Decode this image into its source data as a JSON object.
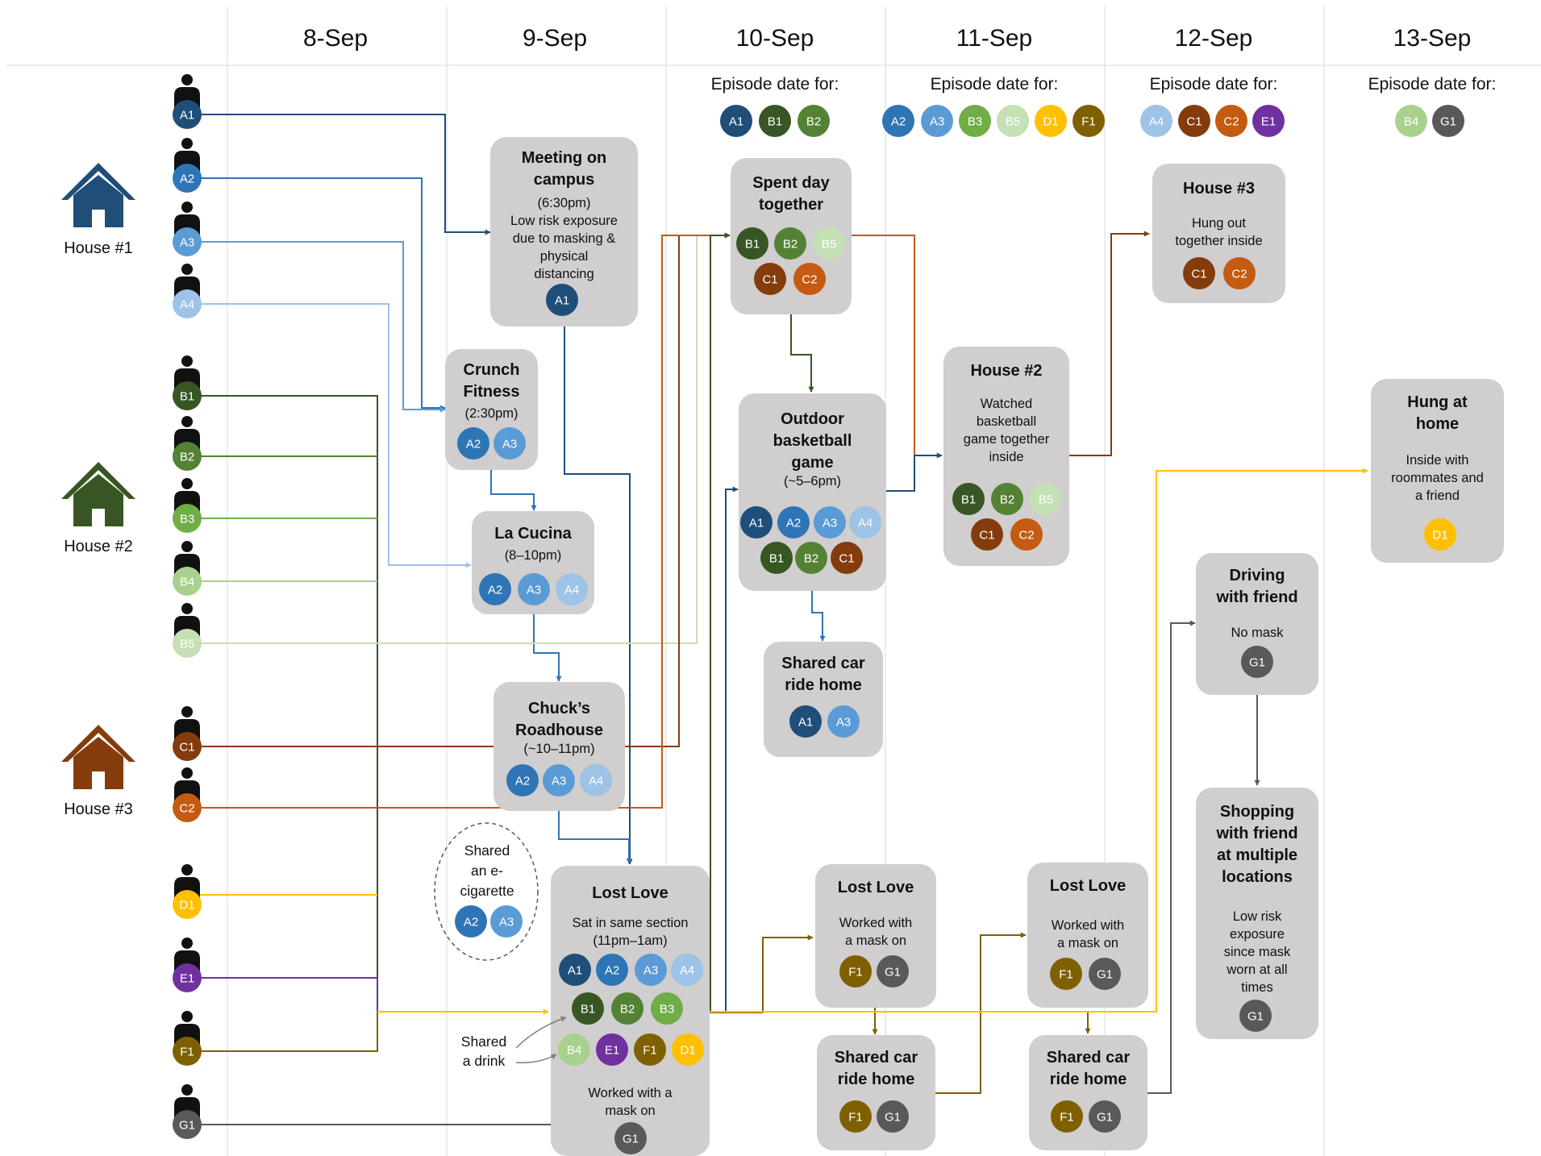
{
  "days": [
    "8-Sep",
    "9-Sep",
    "10-Sep",
    "11-Sep",
    "12-Sep",
    "13-Sep"
  ],
  "episode_label": "Episode date for:",
  "episodes": [
    {
      "day": "10-Sep",
      "people": [
        "A1",
        "B1",
        "B2"
      ]
    },
    {
      "day": "11-Sep",
      "people": [
        "A2",
        "A3",
        "B3",
        "B5",
        "D1",
        "F1"
      ]
    },
    {
      "day": "12-Sep",
      "people": [
        "A4",
        "C1",
        "C2",
        "E1"
      ]
    },
    {
      "day": "13-Sep",
      "people": [
        "B4",
        "G1"
      ]
    }
  ],
  "houses": [
    {
      "label": "House #1",
      "color": "#1f4e79"
    },
    {
      "label": "House #2",
      "color": "#375623"
    },
    {
      "label": "House #3",
      "color": "#843c0c"
    }
  ],
  "colors": {
    "A1": "#1f4e79",
    "A2": "#2e75b6",
    "A3": "#5b9bd5",
    "A4": "#9dc3e6",
    "B1": "#375623",
    "B2": "#548235",
    "B3": "#70ad47",
    "B4": "#a9d18e",
    "B5": "#c5e0b4",
    "C1": "#843c0c",
    "C2": "#c55a11",
    "D1": "#ffc000",
    "E1": "#7030a0",
    "F1": "#7f6000",
    "G1": "#595959"
  },
  "people": [
    "A1",
    "A2",
    "A3",
    "A4",
    "B1",
    "B2",
    "B3",
    "B4",
    "B5",
    "C1",
    "C2",
    "D1",
    "E1",
    "F1",
    "G1"
  ],
  "events": {
    "meeting": {
      "title": [
        "Meeting on",
        "campus"
      ],
      "body": [
        "(6:30pm)",
        "Low risk exposure",
        "due to masking &",
        "physical",
        "distancing"
      ],
      "people": [
        "A1"
      ]
    },
    "crunch": {
      "title": [
        "Crunch",
        "Fitness"
      ],
      "body": [
        "(2:30pm)"
      ],
      "people": [
        "A2",
        "A3"
      ]
    },
    "cucina": {
      "title": [
        "La Cucina"
      ],
      "body": [
        "(8–10pm)"
      ],
      "people": [
        "A2",
        "A3",
        "A4"
      ]
    },
    "chucks": {
      "title": [
        "Chuck’s",
        "Roadhouse"
      ],
      "body": [
        "(~10–11pm)"
      ],
      "people": [
        "A2",
        "A3",
        "A4"
      ]
    },
    "lostlove1": {
      "title": [
        "Lost Love"
      ],
      "body": [
        "Sat in same section",
        "(11pm–1am)"
      ],
      "people": [
        "A1",
        "A2",
        "A3",
        "A4",
        "B1",
        "B2",
        "B3",
        "B4",
        "E1",
        "F1",
        "D1"
      ],
      "footer": [
        "Worked with a",
        "mask on"
      ],
      "footer_people": [
        "G1"
      ]
    },
    "spentday": {
      "title": [
        "Spent day",
        "together"
      ],
      "body": [],
      "people": [
        "B1",
        "B2",
        "B5",
        "C1",
        "C2"
      ]
    },
    "basketball": {
      "title": [
        "Outdoor",
        "basketball",
        "game"
      ],
      "body": [
        "(~5–6pm)"
      ],
      "people": [
        "A1",
        "A2",
        "A3",
        "A4",
        "B1",
        "B2",
        "C1"
      ]
    },
    "carride1": {
      "title": [
        "Shared car",
        "ride home"
      ],
      "body": [],
      "people": [
        "A1",
        "A3"
      ]
    },
    "lostlove2": {
      "title": [
        "Lost Love"
      ],
      "body": [
        "Worked with",
        "a mask on"
      ],
      "people": [
        "F1",
        "G1"
      ]
    },
    "carride2": {
      "title": [
        "Shared car",
        "ride home"
      ],
      "body": [],
      "people": [
        "F1",
        "G1"
      ]
    },
    "house2": {
      "title": [
        "House #2"
      ],
      "body": [
        "Watched",
        "basketball",
        "game together",
        "inside"
      ],
      "people": [
        "B1",
        "B2",
        "B5",
        "C1",
        "C2"
      ]
    },
    "lostlove3": {
      "title": [
        "Lost Love"
      ],
      "body": [
        "Worked with",
        "a mask on"
      ],
      "people": [
        "F1",
        "G1"
      ]
    },
    "carride3": {
      "title": [
        "Shared car",
        "ride home"
      ],
      "body": [],
      "people": [
        "F1",
        "G1"
      ]
    },
    "house3": {
      "title": [
        "House #3"
      ],
      "body": [
        "Hung out",
        "together inside"
      ],
      "people": [
        "C1",
        "C2"
      ]
    },
    "driving": {
      "title": [
        "Driving",
        "with friend"
      ],
      "body": [
        "No mask"
      ],
      "people": [
        "G1"
      ]
    },
    "shopping": {
      "title": [
        "Shopping",
        "with friend",
        "at multiple",
        "locations"
      ],
      "body": [
        "Low risk",
        "exposure",
        "since mask",
        "worn at all",
        "times"
      ],
      "people": [
        "G1"
      ]
    },
    "hunghome": {
      "title": [
        "Hung at",
        "home"
      ],
      "body": [
        "Inside with",
        "roommates and",
        "a friend"
      ],
      "people": [
        "D1"
      ]
    }
  },
  "ecig_note": {
    "text": [
      "Shared",
      "an e-",
      "cigarette"
    ],
    "people": [
      "A2",
      "A3"
    ]
  },
  "drink_note": {
    "text": [
      "Shared",
      "a drink"
    ]
  }
}
